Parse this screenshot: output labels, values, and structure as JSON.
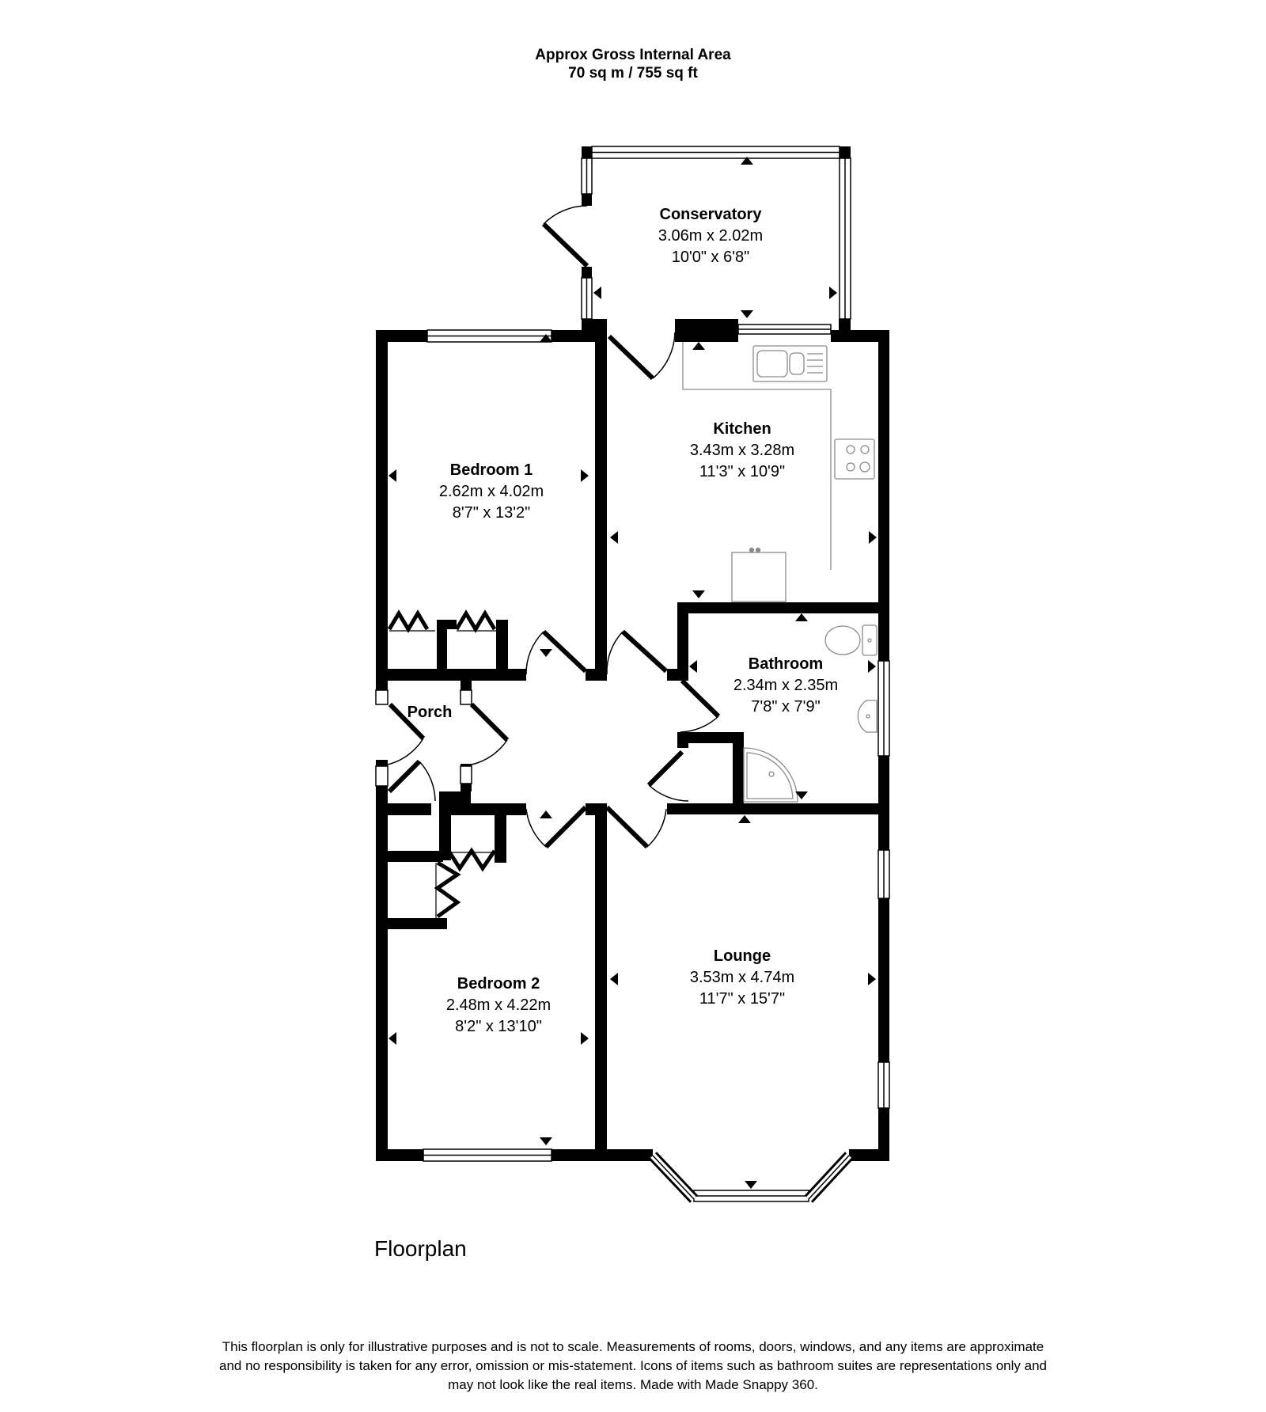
{
  "header": {
    "line1": "Approx Gross Internal Area",
    "line2": "70 sq m / 755 sq ft"
  },
  "rooms": {
    "conservatory": {
      "name": "Conservatory",
      "metric": "3.06m x 2.02m",
      "imperial": "10'0\" x 6'8\""
    },
    "kitchen": {
      "name": "Kitchen",
      "metric": "3.43m x 3.28m",
      "imperial": "11'3\" x 10'9\""
    },
    "bedroom1": {
      "name": "Bedroom 1",
      "metric": "2.62m x 4.02m",
      "imperial": "8'7\" x 13'2\""
    },
    "bathroom": {
      "name": "Bathroom",
      "metric": "2.34m x 2.35m",
      "imperial": "7'8\" x 7'9\""
    },
    "porch": {
      "name": "Porch"
    },
    "bedroom2": {
      "name": "Bedroom 2",
      "metric": "2.48m x 4.22m",
      "imperial": "8'2\" x 13'10\""
    },
    "lounge": {
      "name": "Lounge",
      "metric": "3.53m x 4.74m",
      "imperial": "11'7\" x 15'7\""
    }
  },
  "floor_label": "Floorplan",
  "disclaimer": {
    "line1": "This floorplan is only for illustrative purposes and is not to scale. Measurements of rooms, doors, windows, and any items are approximate",
    "line2": "and no responsibility is taken for any error, omission or mis-statement. Icons of items such as bathroom suites are representations only and",
    "line3": "may not look like the real items. Made with Made Snappy 360."
  },
  "colors": {
    "wall": "#000000",
    "background": "#ffffff",
    "fixture": "#8a8a8a"
  }
}
